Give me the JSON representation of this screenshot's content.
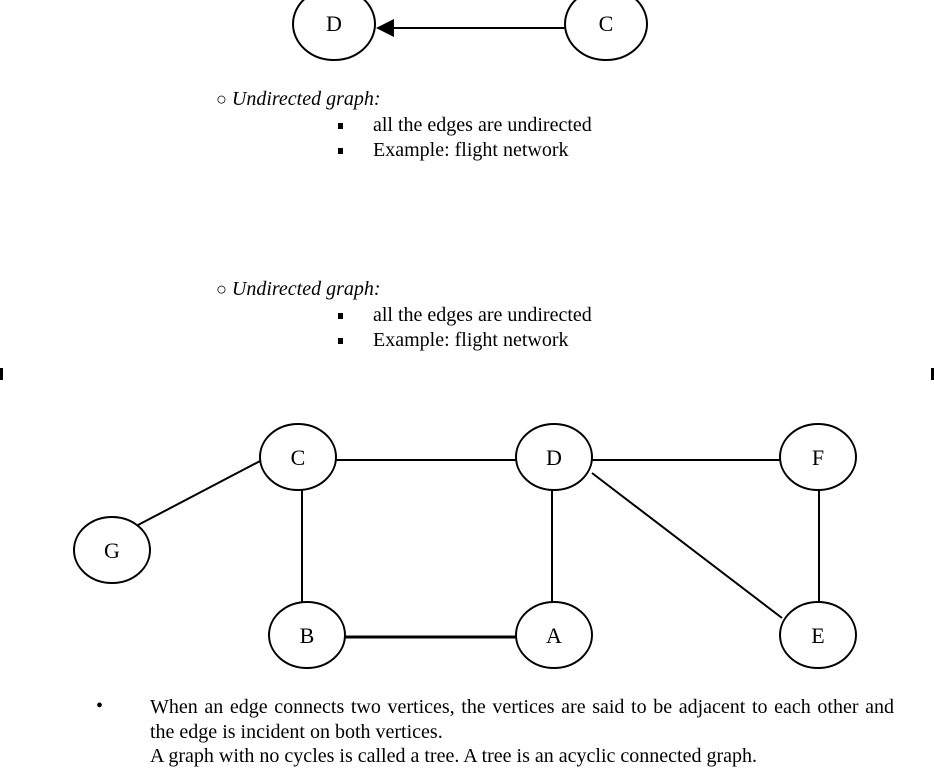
{
  "top_graph": {
    "nodes": [
      "D",
      "C"
    ]
  },
  "sections": [
    {
      "title": "Undirected graph:",
      "items": [
        "all the edges are undirected",
        "Example: flight network"
      ]
    },
    {
      "title": "Undirected graph:",
      "items": [
        "all the edges are undirected",
        "Example: flight network"
      ]
    }
  ],
  "bullet_glyph": "○",
  "paragraph": {
    "bullet": "•",
    "text": "When an edge connects two vertices, the vertices are said to be adjacent to each other and the edge is incident on both vertices.",
    "cut_line": "A graph with no cycles is called a tree. A tree is an acyclic connected graph."
  },
  "main_graph": {
    "nodes": [
      "C",
      "D",
      "F",
      "G",
      "B",
      "A",
      "E"
    ],
    "edges": [
      [
        "G",
        "C"
      ],
      [
        "C",
        "D"
      ],
      [
        "D",
        "F"
      ],
      [
        "C",
        "B"
      ],
      [
        "D",
        "A"
      ],
      [
        "D",
        "E"
      ],
      [
        "F",
        "E"
      ],
      [
        "B",
        "A"
      ]
    ]
  }
}
